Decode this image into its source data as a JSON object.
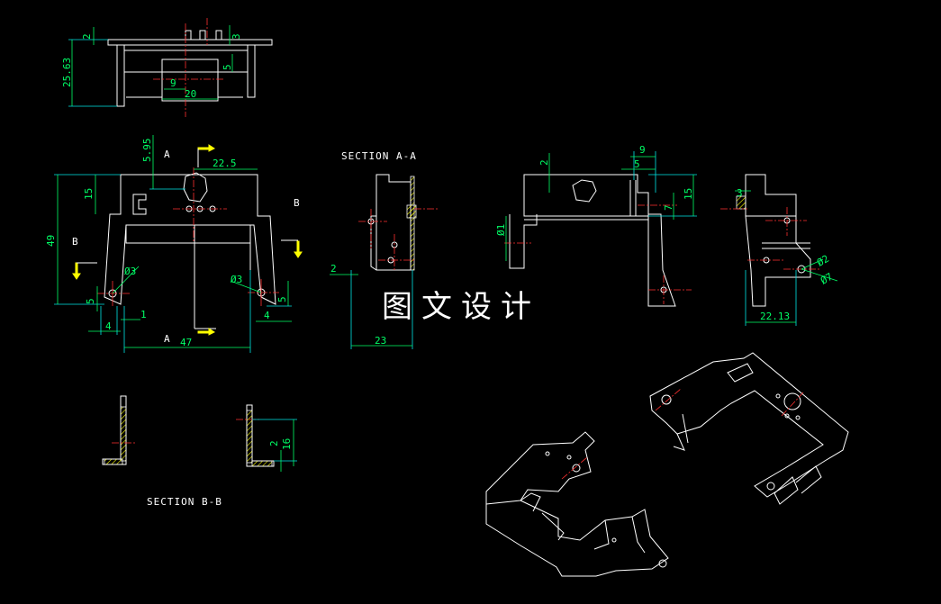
{
  "drawing": {
    "section_aa_title": "SECTION A-A",
    "section_bb_title": "SECTION B-B",
    "watermark": "图文设计",
    "cut_labels": {
      "a_top": "A",
      "a_bottom": "A",
      "b_left": "B",
      "b_right": "B"
    }
  },
  "dims": {
    "top_2": "2",
    "top_25_63": "25.63",
    "top_3": "3",
    "top_5": "5",
    "top_9": "9",
    "top_20": "20",
    "front_5_95": "5.95",
    "front_22_5": "22.5",
    "front_15": "15",
    "front_49": "49",
    "front_phi3_left": "Ø3",
    "front_phi3_right": "Ø3",
    "front_5_left": "5",
    "front_4_left": "4",
    "front_1": "1",
    "front_5_right": "5",
    "front_4_right": "4",
    "front_47": "47",
    "aa_2": "2",
    "aa_23": "23",
    "side_2": "2",
    "side_9": "9",
    "side_5": "5",
    "side_15": "15",
    "side_7": "7",
    "side_phi1": "Ø1",
    "right_3": "3",
    "right_phi2": "Ø2",
    "right_phi7": "Ø7",
    "right_22_13": "22.13",
    "bb_2": "2",
    "bb_16": "16"
  },
  "colors": {
    "background": "#000000",
    "outline": "#ffffff",
    "dimension": "#00ff66",
    "extension": "#00e5e5",
    "centerline": "#ff3030",
    "arrow": "#ffff00"
  }
}
